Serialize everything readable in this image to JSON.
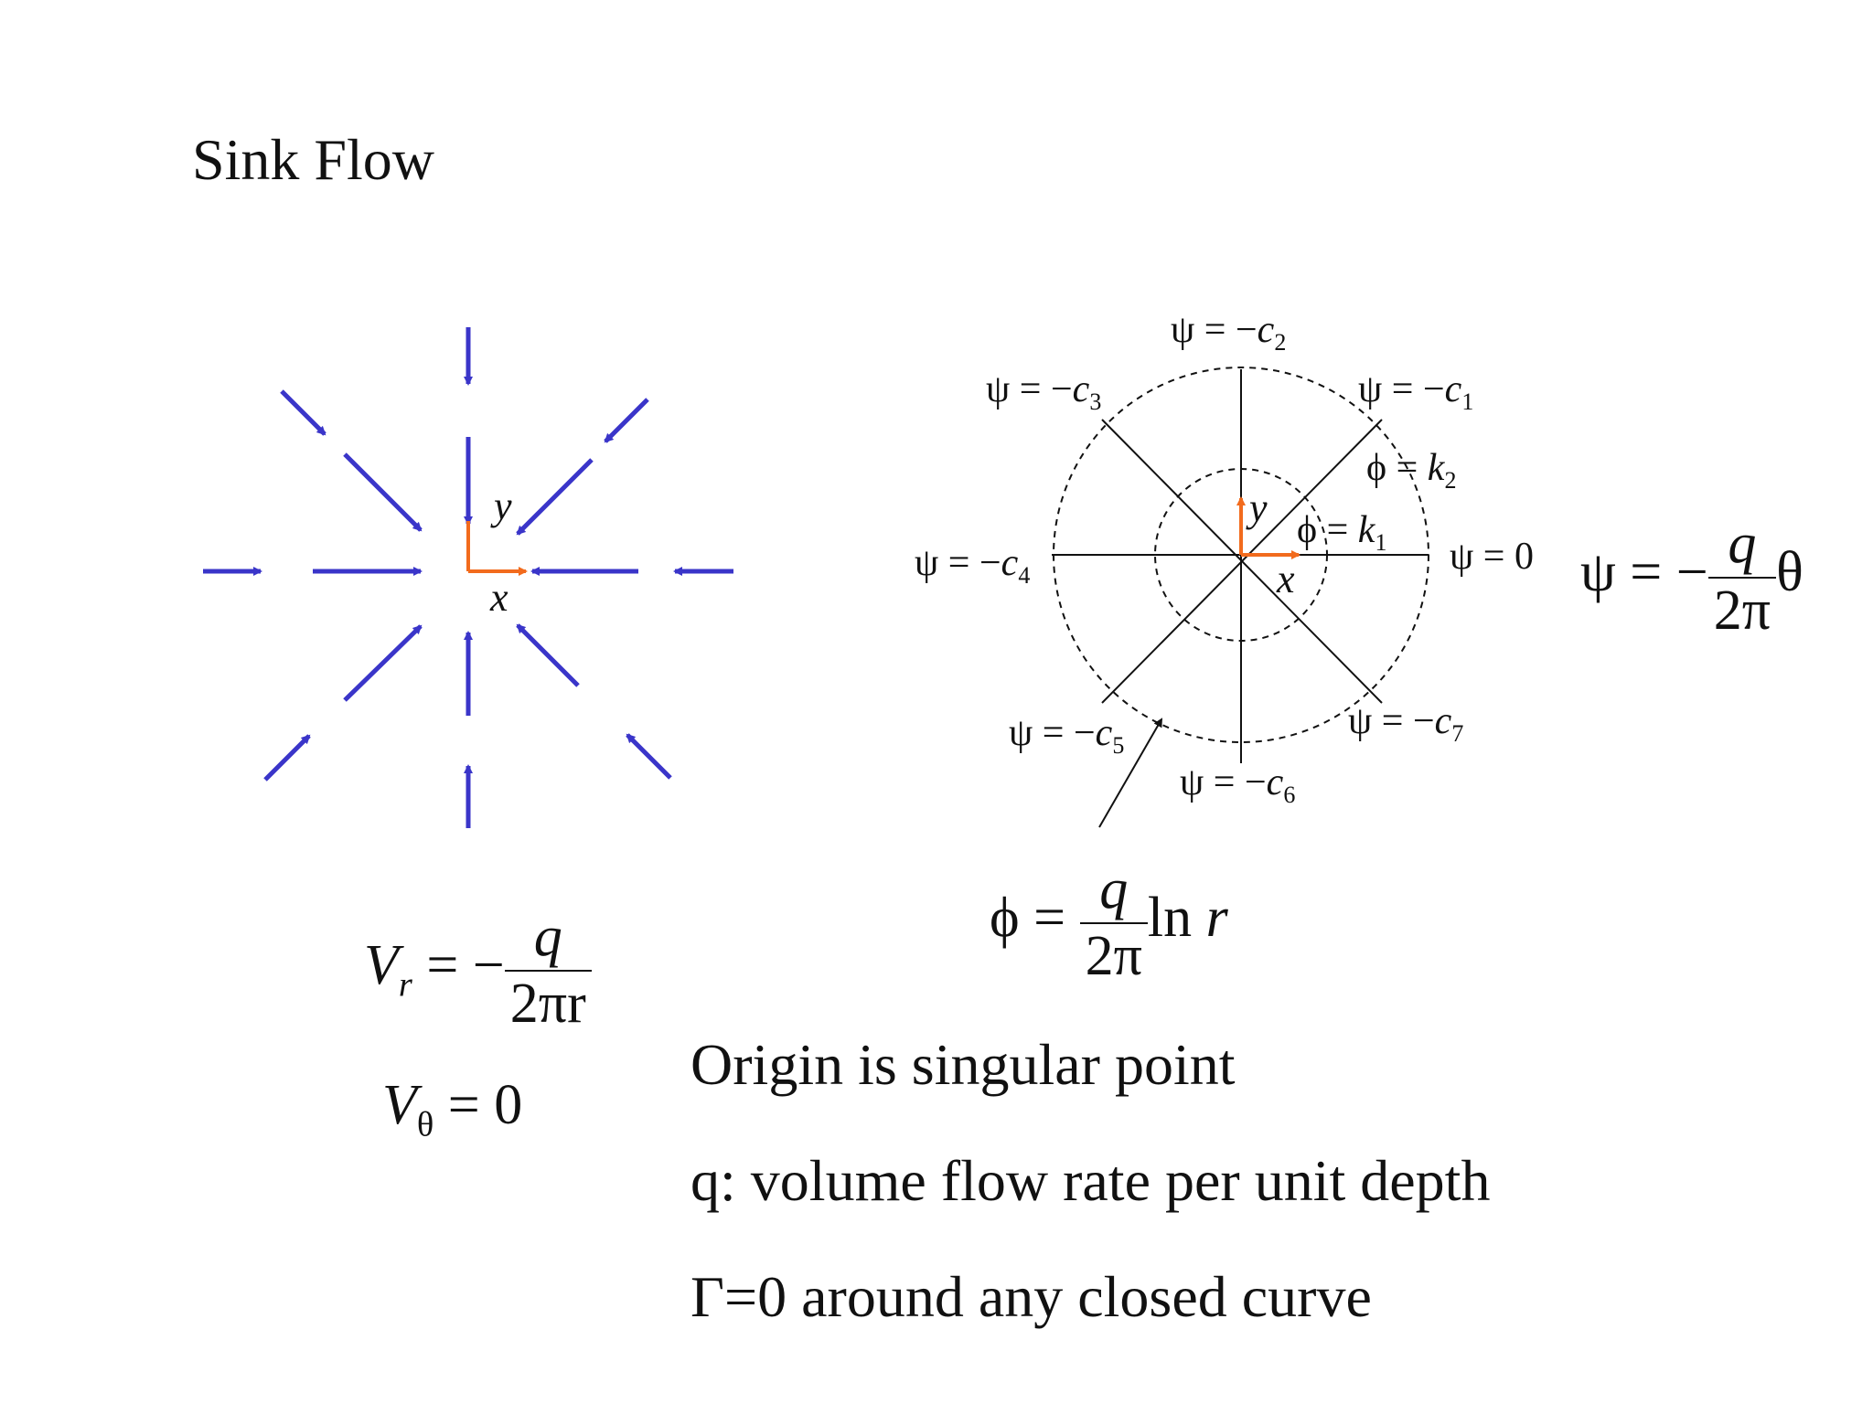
{
  "title": "Sink Flow",
  "colors": {
    "arrow_blue": "#3a35c9",
    "axis_orange": "#f26b1d",
    "ink": "#111111"
  },
  "left_diagram": {
    "axis_x_label": "x",
    "axis_y_label": "y"
  },
  "right_diagram": {
    "axis_x_label": "x",
    "axis_y_label": "y",
    "streamlines": [
      {
        "lhs": "ψ = −",
        "c": "c",
        "sub": "1"
      },
      {
        "lhs": "ψ = −",
        "c": "c",
        "sub": "2"
      },
      {
        "lhs": "ψ = −",
        "c": "c",
        "sub": "3"
      },
      {
        "lhs": "ψ = −",
        "c": "c",
        "sub": "4"
      },
      {
        "lhs": "ψ = −",
        "c": "c",
        "sub": "5"
      },
      {
        "lhs": "ψ = −",
        "c": "c",
        "sub": "6"
      },
      {
        "lhs": "ψ = −",
        "c": "c",
        "sub": "7"
      }
    ],
    "psi_zero": "ψ = 0",
    "potentials": [
      {
        "lhs": "ϕ = ",
        "k": "k",
        "sub": "1"
      },
      {
        "lhs": "ϕ = ",
        "k": "k",
        "sub": "2"
      }
    ]
  },
  "equations": {
    "vr_lhs": "V",
    "vr_sub": "r",
    "vr_eq": " = −",
    "vr_num": "q",
    "vr_den": "2πr",
    "vtheta_lhs": "V",
    "vtheta_sub": "θ",
    "vtheta_rhs": " = 0",
    "phi_lhs": "ϕ = ",
    "phi_num": "q",
    "phi_den": "2π",
    "phi_rest": "ln",
    "phi_r": "r",
    "psi_lhs": "ψ = −",
    "psi_num": "q",
    "psi_den": "2π",
    "psi_rest": "θ"
  },
  "bullets": [
    "Origin is singular point",
    "q: volume flow rate per unit depth",
    "Γ=0 around any closed curve"
  ]
}
